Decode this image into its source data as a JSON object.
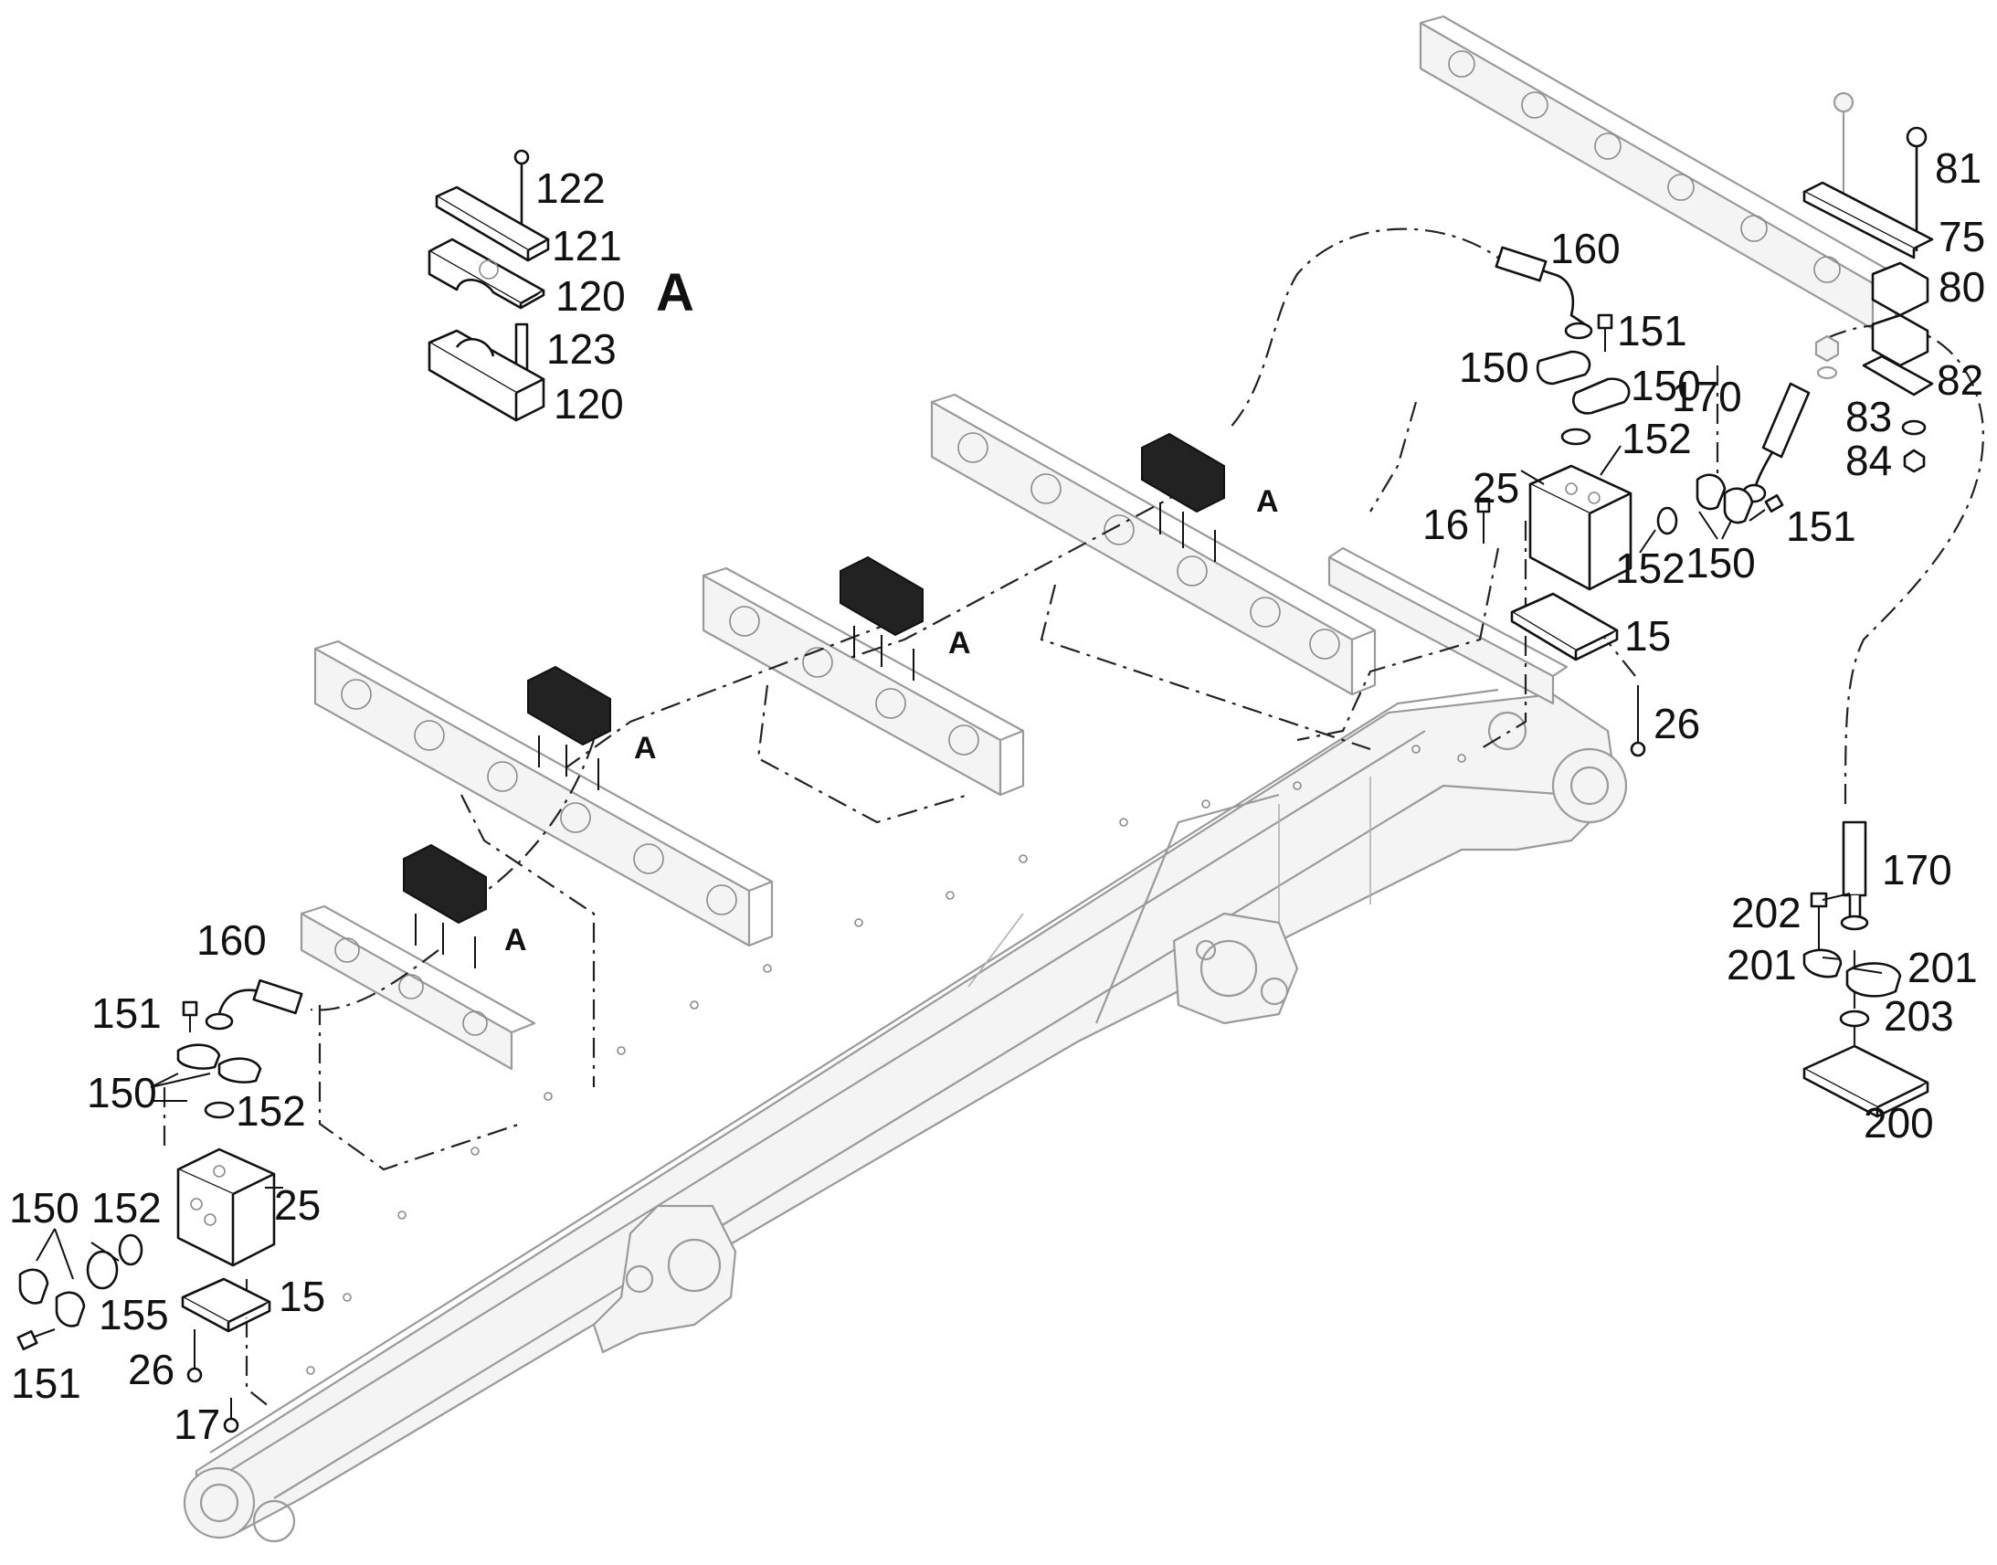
{
  "detail_label": "A",
  "detail_refs": [
    "A",
    "A",
    "A",
    "A"
  ],
  "callouts": {
    "c122": "122",
    "c121": "121",
    "c120a": "120",
    "c123": "123",
    "c120b": "120",
    "c160a": "160",
    "c151a": "151",
    "c150a": "150",
    "c150b": "150",
    "c152a": "152",
    "c25a": "25",
    "c16": "16",
    "c152b": "152",
    "c15a": "15",
    "c26a": "26",
    "c81": "81",
    "c75": "75",
    "c80": "80",
    "c82": "82",
    "c83": "83",
    "c84": "84",
    "c170a": "170",
    "c151b": "151",
    "c150c": "150",
    "c170b": "170",
    "c202": "202",
    "c201a": "201",
    "c201b": "201",
    "c203": "203",
    "c200": "200",
    "c160b": "160",
    "c151c": "151",
    "c150d": "150",
    "c152c": "152",
    "c150e": "150",
    "c152d": "152",
    "c25b": "25",
    "c155": "155",
    "c15b": "15",
    "c151d": "151",
    "c26b": "26",
    "c17": "17"
  }
}
